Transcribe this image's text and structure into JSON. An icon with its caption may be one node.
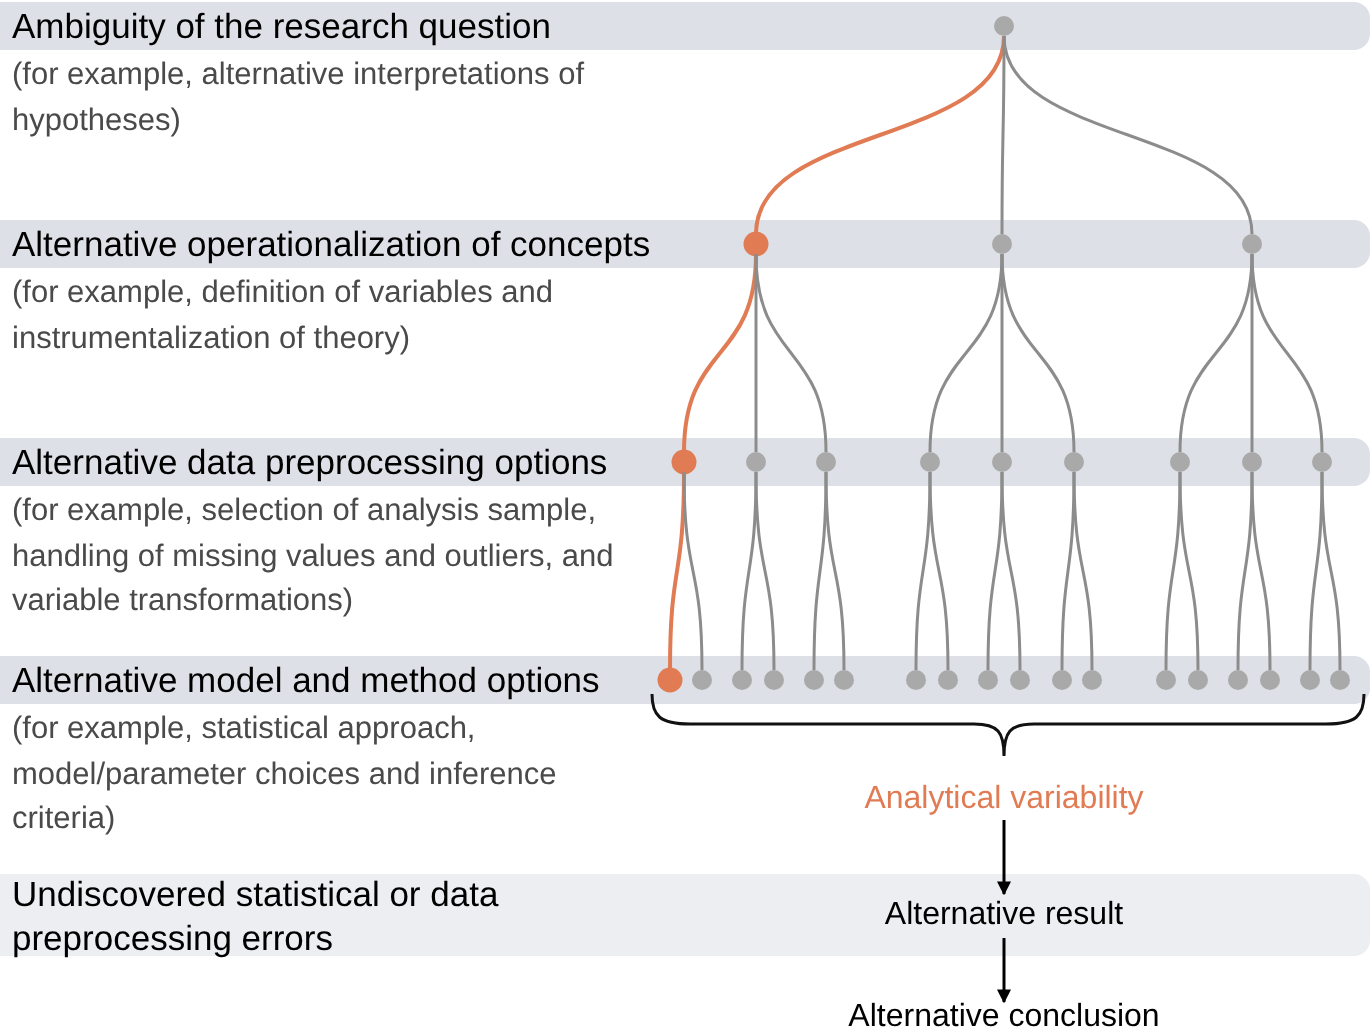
{
  "diagram": {
    "nodes": [
      {
        "text": [
          "Ambiguity of the research question"
        ],
        "beside": [
          "(for example, alternative interpretations of hypotheses)"
        ]
      },
      {
        "text": [],
        "shape": "circle",
        "in": 0
      },
      {
        "text": [
          "Alternative operationalization of concepts"
        ],
        "beside": [
          "(for example, definition of variables and instrumentalization of theory)"
        ]
      },
      {
        "text": [],
        "shape": "circle",
        "in": 2
      },
      {
        "text": [],
        "shape": "circle",
        "in": 2
      },
      {
        "text": [],
        "shape": "circle",
        "in": 2
      },
      {
        "text": [
          "Alternative data preprocessing options"
        ],
        "beside": [
          "(for example, selection of analysis sample, handling of missing values and outliers, and variable transformations)"
        ]
      },
      {
        "text": [],
        "shape": "circle",
        "in": 6
      },
      {
        "text": [],
        "shape": "circle",
        "in": 6
      },
      {
        "text": [],
        "shape": "circle",
        "in": 6
      },
      {
        "text": [],
        "shape": "circle",
        "in": 6
      },
      {
        "text": [],
        "shape": "circle",
        "in": 6
      },
      {
        "text": [],
        "shape": "circle",
        "in": 6
      },
      {
        "text": [],
        "shape": "circle",
        "in": 6
      },
      {
        "text": [],
        "shape": "circle",
        "in": 6
      },
      {
        "text": [],
        "shape": "circle",
        "in": 6
      },
      {
        "text": [
          "Alternative model and method options"
        ],
        "beside": [
          "(for example, statistical approach, model/parameter choices and inference criteria)"
        ]
      },
      {
        "text": [],
        "shape": "circle",
        "in": 16
      },
      {
        "text": [],
        "shape": "circle",
        "in": 16
      },
      {
        "text": [],
        "shape": "circle",
        "in": 16
      },
      {
        "text": [],
        "shape": "circle",
        "in": 16
      },
      {
        "text": [],
        "shape": "circle",
        "in": 16
      },
      {
        "text": [],
        "shape": "circle",
        "in": 16
      },
      {
        "text": [],
        "shape": "circle",
        "in": 16
      },
      {
        "text": [],
        "shape": "circle",
        "in": 16
      },
      {
        "text": [],
        "shape": "circle",
        "in": 16
      },
      {
        "text": [],
        "shape": "circle",
        "in": 16
      },
      {
        "text": [],
        "shape": "circle",
        "in": 16
      },
      {
        "text": [],
        "shape": "circle",
        "in": 16
      },
      {
        "text": [],
        "shape": "circle",
        "in": 16
      },
      {
        "text": [],
        "shape": "circle",
        "in": 16
      },
      {
        "text": [],
        "shape": "circle",
        "in": 16
      },
      {
        "text": [],
        "shape": "circle",
        "in": 16
      },
      {
        "text": [],
        "shape": "circle",
        "in": 16
      },
      {
        "text": [],
        "shape": "circle",
        "in": 16
      },
      {
        "text": [
          "Analytical variability"
        ]
      },
      {
        "text": [
          "Undiscovered statistical or data preprocessing errors"
        ]
      },
      {
        "text": [
          "Alternative result"
        ],
        "in": 36
      },
      {
        "text": [
          "Alternative conclusion"
        ]
      }
    ],
    "edges": [
      {
        "from": 1,
        "to": 3,
        "arrow": "none",
        "color": "#e07b54"
      },
      {
        "from": 1,
        "to": 4,
        "arrow": "none"
      },
      {
        "from": 1,
        "to": 5,
        "arrow": "none"
      },
      {
        "from": 3,
        "to": 7,
        "arrow": "none",
        "color": "#e07b54"
      },
      {
        "from": 3,
        "to": 8,
        "arrow": "none"
      },
      {
        "from": 3,
        "to": 9,
        "arrow": "none"
      },
      {
        "from": 4,
        "to": 10,
        "arrow": "none"
      },
      {
        "from": 4,
        "to": 11,
        "arrow": "none"
      },
      {
        "from": 4,
        "to": 12,
        "arrow": "none"
      },
      {
        "from": 5,
        "to": 13,
        "arrow": "none"
      },
      {
        "from": 5,
        "to": 14,
        "arrow": "none"
      },
      {
        "from": 5,
        "to": 15,
        "arrow": "none"
      },
      {
        "from": 7,
        "to": 17,
        "arrow": "none",
        "color": "#e07b54"
      },
      {
        "from": 7,
        "to": 18,
        "arrow": "none"
      },
      {
        "from": 8,
        "to": 19,
        "arrow": "none"
      },
      {
        "from": 8,
        "to": 20,
        "arrow": "none"
      },
      {
        "from": 9,
        "to": 21,
        "arrow": "none"
      },
      {
        "from": 9,
        "to": 22,
        "arrow": "none"
      },
      {
        "from": 10,
        "to": 23,
        "arrow": "none"
      },
      {
        "from": 10,
        "to": 24,
        "arrow": "none"
      },
      {
        "from": 11,
        "to": 25,
        "arrow": "none"
      },
      {
        "from": 11,
        "to": 26,
        "arrow": "none"
      },
      {
        "from": 12,
        "to": 27,
        "arrow": "none"
      },
      {
        "from": 12,
        "to": 28,
        "arrow": "none"
      },
      {
        "from": 13,
        "to": 29,
        "arrow": "none"
      },
      {
        "from": 13,
        "to": 30,
        "arrow": "none"
      },
      {
        "from": 14,
        "to": 31,
        "arrow": "none"
      },
      {
        "from": 14,
        "to": 32,
        "arrow": "none"
      },
      {
        "from": 15,
        "to": 33,
        "arrow": "none"
      },
      {
        "from": 15,
        "to": 34,
        "arrow": "none"
      },
      {
        "from": 35,
        "to": 37,
        "arrow": "to",
        "color": "#000000"
      },
      {
        "from": 37,
        "to": 38,
        "arrow": "to",
        "color": "#000000"
      }
    ]
  }
}
